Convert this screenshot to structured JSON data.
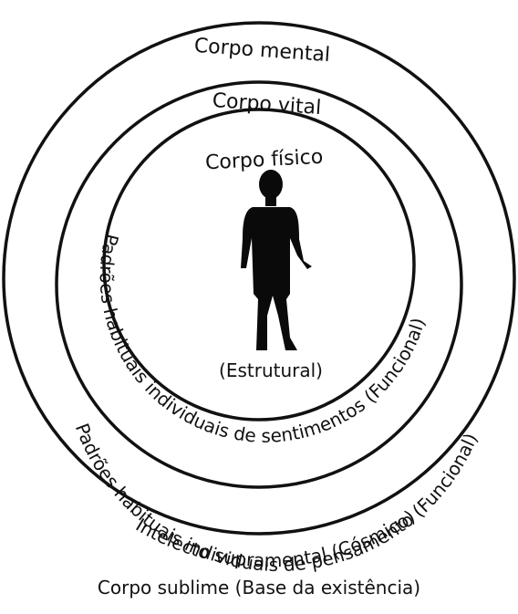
{
  "diagram": {
    "outer_ring_top": "Corpo mental",
    "middle_ring_top": "Corpo vital",
    "inner_ring_top": "Corpo físico",
    "inner_caption": "(Estrutural)",
    "inner_ring_arc": "Padrões habituais individuais de sentimentos (Funcional)",
    "middle_ring_arc": "Padrões habituais individuais de pensamento (Funcional)",
    "outer_ring_arc": "Intelecto supramental (Cósmico)",
    "footer": "Corpo sublime (Base da existência)"
  }
}
